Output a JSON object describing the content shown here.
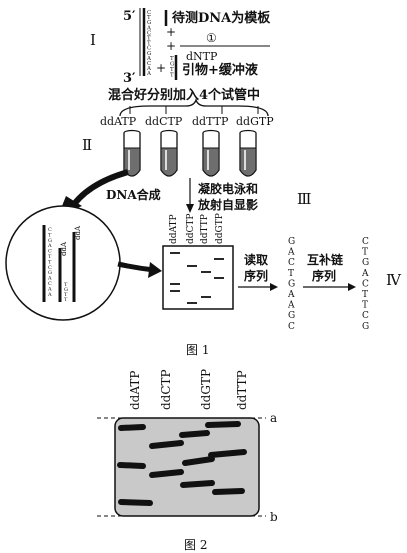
{
  "figure1": {
    "caption": "图 1",
    "step_I": {
      "numeral": "Ⅰ",
      "prime5": "5′",
      "prime3": "3′",
      "template_label": "待测DNA为模板",
      "plus": "+",
      "circle_one": "①",
      "dntp": "dNTP",
      "primer_buffer": "引物+缓冲液",
      "template_bases": [
        "C",
        "T",
        "G",
        "A",
        "C",
        "T",
        "T",
        "C",
        "G",
        "A",
        "C",
        "A",
        "A"
      ],
      "primer_bases": [
        "T",
        "G",
        "T",
        "T"
      ]
    },
    "mix_label": "混合好分别加入4个试管中",
    "tube_labels": [
      "ddATP",
      "ddCTP",
      "ddTTP",
      "ddGTP"
    ],
    "step_II": {
      "numeral": "Ⅱ",
      "dna_synthesis": "DNA合成"
    },
    "step_III": {
      "numeral": "Ⅲ",
      "gel_label_line1": "凝胶电泳和",
      "gel_label_line2": "放射自显影",
      "gel_lane_labels": [
        "ddATP",
        "ddCTP",
        "ddTTP",
        "ddGTP"
      ],
      "read_label_line1": "读取",
      "read_label_line2": "序列",
      "read_sequence": [
        "G",
        "A",
        "C",
        "T",
        "G",
        "A",
        "A",
        "G",
        "C"
      ],
      "complement_label_line1": "互补链",
      "complement_label_line2": "序列",
      "complement_sequence": [
        "C",
        "T",
        "G",
        "A",
        "C",
        "T",
        "T",
        "C",
        "G"
      ]
    },
    "step_IV": {
      "numeral": "Ⅳ"
    },
    "zoom_strand_labels": [
      "ddA",
      "ddA"
    ]
  },
  "figure2": {
    "caption": "图 2",
    "lane_labels": [
      "ddATP",
      "ddCTP",
      "ddGTP",
      "ddTTP"
    ],
    "line_a": "a",
    "line_b": "b"
  },
  "colors": {
    "ink": "#111111",
    "gel": "#c9c9c9",
    "tube_fill": "#6e6e6e"
  }
}
